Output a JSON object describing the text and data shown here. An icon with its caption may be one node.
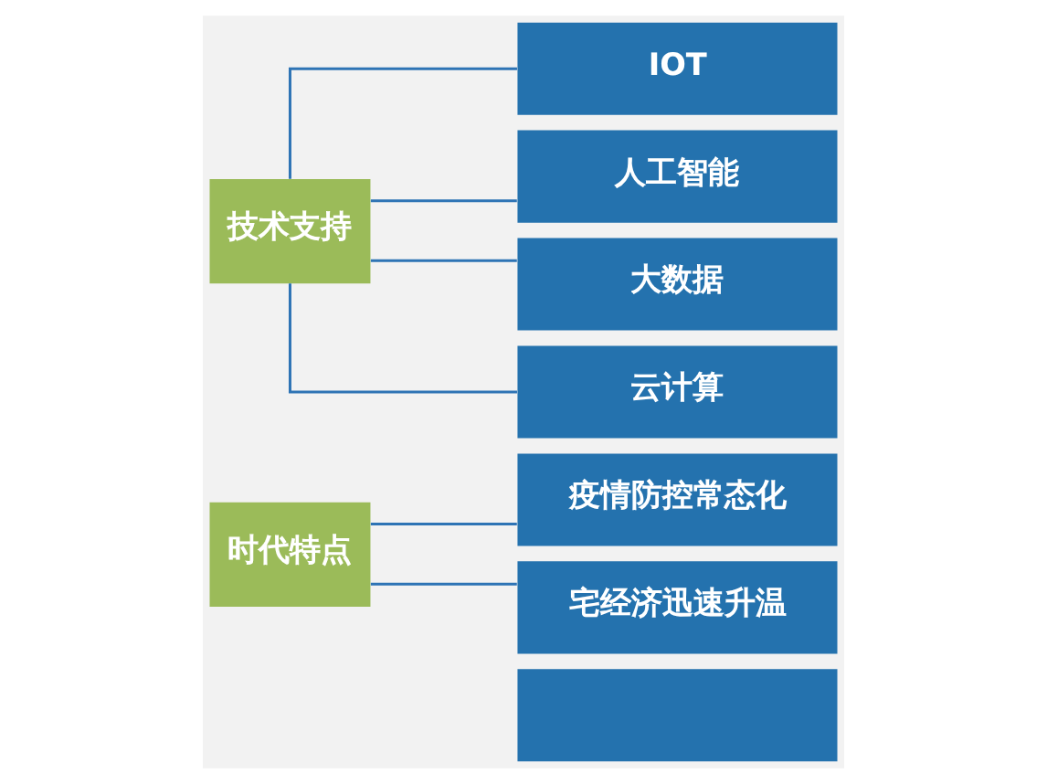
{
  "diagram": {
    "nodes": [
      {
        "text": [
          "技术支持"
        ]
      },
      {
        "text": [
          "IOT"
        ]
      },
      {
        "text": [
          "人工智能"
        ]
      },
      {
        "text": [
          "大数据"
        ]
      },
      {
        "text": [
          "云计算"
        ]
      },
      {
        "text": [
          "时代特点"
        ]
      },
      {
        "text": [
          "疫情防控常态化"
        ]
      },
      {
        "text": [
          "宅经济迅速升温"
        ]
      },
      {
        "text": [],
        "shape": "box"
      }
    ],
    "edges": [
      {
        "from": 0,
        "to": 1,
        "arrow": "none"
      },
      {
        "from": 0,
        "to": 2,
        "arrow": "none"
      },
      {
        "from": 0,
        "to": 3,
        "arrow": "none"
      },
      {
        "from": 0,
        "to": 4,
        "arrow": "none"
      },
      {
        "from": 5,
        "to": 6,
        "arrow": "none"
      },
      {
        "from": 5,
        "to": 7,
        "arrow": "none"
      }
    ]
  }
}
